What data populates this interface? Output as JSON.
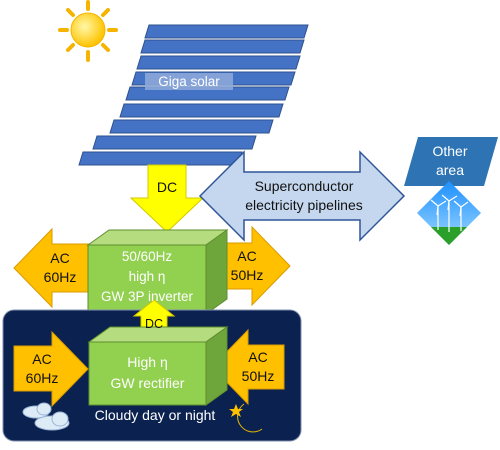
{
  "solar": {
    "label": "Giga solar"
  },
  "arrows": {
    "dc_top": "DC",
    "dc_small": "DC",
    "ac_left_top_1": "AC",
    "ac_left_top_2": "60Hz",
    "ac_right_top_1": "AC",
    "ac_right_top_2": "50Hz",
    "ac_left_bottom_1": "AC",
    "ac_left_bottom_2": "60Hz",
    "ac_right_bottom_1": "AC",
    "ac_right_bottom_2": "50Hz"
  },
  "pipeline": {
    "line1": "Superconductor",
    "line2": "electricity pipelines"
  },
  "other_area": {
    "line1": "Other",
    "line2": "area"
  },
  "inverter": {
    "line1": "50/60Hz",
    "line2": "high η",
    "line3": "GW 3P inverter"
  },
  "rectifier": {
    "line1": "High η",
    "line2": "GW rectifier"
  },
  "night_panel": {
    "caption": "Cloudy day or night"
  },
  "colors": {
    "panel_blue": "#4472C4",
    "panel_border": "#2F528F",
    "dc_yellow": "#FFFF00",
    "ac_orange": "#FFC000",
    "box_green": "#92D050",
    "pipeline_blue": "#C5D7EE",
    "other_area_blue": "#2E74B5",
    "night_navy": "#0B2150"
  }
}
